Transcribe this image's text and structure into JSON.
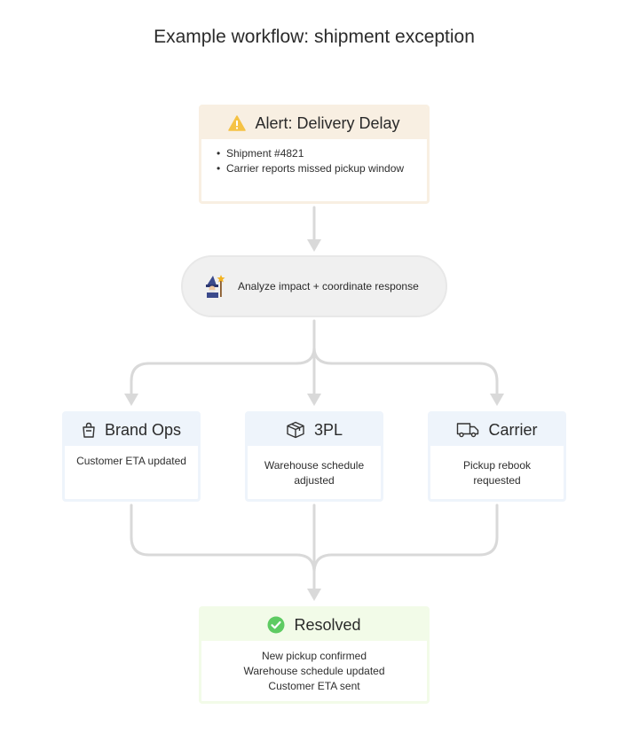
{
  "title": "Example workflow: shipment exception",
  "alert": {
    "label": "Alert: Delivery Delay",
    "icon": "warning-icon",
    "items": [
      "Shipment #4821",
      "Carrier reports missed pickup window"
    ]
  },
  "agent": {
    "label": "Analyze impact + coordinate response",
    "icon": "wizard-icon"
  },
  "teams": [
    {
      "label": "Brand Ops",
      "icon": "shopping-bag-icon",
      "lines": [
        "Customer ETA updated"
      ]
    },
    {
      "label": "3PL",
      "icon": "package-box-icon",
      "lines": [
        "Warehouse schedule",
        "adjusted"
      ]
    },
    {
      "label": "Carrier",
      "icon": "truck-icon",
      "lines": [
        "Pickup rebook",
        "requested"
      ]
    }
  ],
  "resolved": {
    "label": "Resolved",
    "icon": "check-circle-icon",
    "lines": [
      "New pickup confirmed",
      "Warehouse schedule updated",
      "Customer ETA sent"
    ]
  },
  "colors": {
    "connector": "#d9d9d9",
    "alert_header": "#f8efe2",
    "warning": "#f5c244",
    "team_header": "#eef4fb",
    "resolved_header": "#f2fbe8",
    "success": "#5ecb62",
    "agent_bg": "#f0f0f0"
  }
}
